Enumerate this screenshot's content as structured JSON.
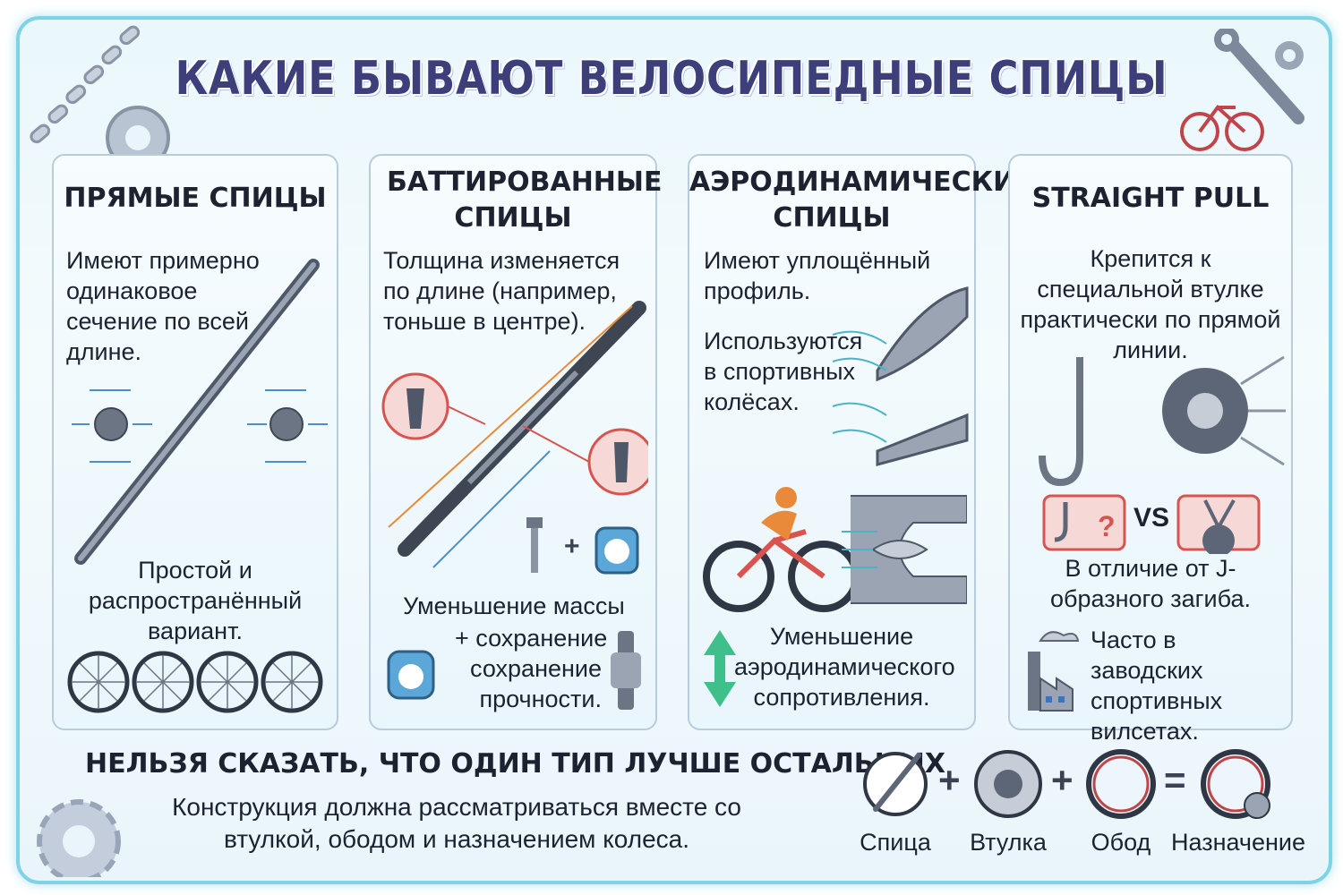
{
  "title": "КАКИЕ БЫВАЮТ ВЕЛОСИПЕДНЫЕ СПИЦЫ",
  "panels": [
    {
      "title": "ПРЯМЫЕ СПИЦЫ",
      "text1": "Имеют примерно одинаковое сечение по всей длине.",
      "text2": "Простой и распространённый вариант."
    },
    {
      "title": "БАТТИРОВАННЫЕ СПИЦЫ",
      "text1": "Толщина изменяется по длине (например, тоньше в центре).",
      "text2": "Уменьшение массы",
      "text3": "+ сохранение",
      "text4": "сохранение прочности."
    },
    {
      "title": "АЭРОДИНАМИЧЕСКИЕ СПИЦЫ",
      "text1": "Имеют уплощённый профиль.",
      "text2": "Используются в спортивных колёсах.",
      "text3": "Уменьшение аэродинамического сопротивления."
    },
    {
      "title": "STRAIGHT PULL",
      "text1": "Крепится к специальной втулке практически по прямой линии.",
      "vs": "VS",
      "text2": "В отличие от J-образного загиба.",
      "text3": "Часто в заводских спортивных вилсетах."
    }
  ],
  "conclusion": {
    "heading": "НЕЛЬЗЯ СКАЗАТЬ, ЧТО ОДИН ТИП ЛУЧШЕ ОСТАЛЬНЫХ",
    "text": "Конструкция должна рассматриваться вместе со втулкой, ободом и назначением колеса."
  },
  "equation": {
    "items": [
      "Спица",
      "Втулка",
      "Обод",
      "Назначение"
    ],
    "plus": "+",
    "equals": "="
  },
  "colors": {
    "accent": "#3d3f7a",
    "frame": "#7fd3e6",
    "highlight_red": "#d9534f",
    "arrow_blue": "#4a8fc9",
    "arrow_orange": "#e88a3a",
    "green": "#3fbf8a"
  }
}
